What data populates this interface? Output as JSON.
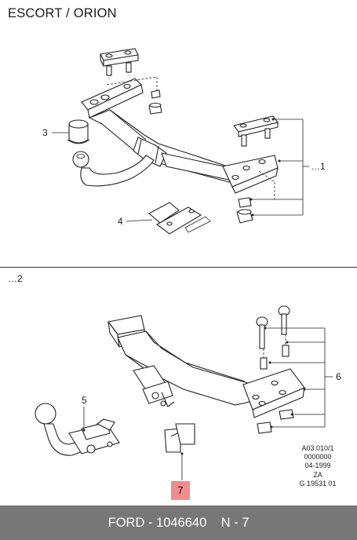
{
  "title": "ESCORT / ORION",
  "section2_label": "…2",
  "callouts": {
    "c1": "…1",
    "c3": "3",
    "c4": "4",
    "c5": "5",
    "c6": "6",
    "c7": "7"
  },
  "reference": {
    "line1": "A03.010/1",
    "line2": "0000000",
    "line3": "04-1999",
    "line4": "ZA",
    "line5": "G 19531 01"
  },
  "footer": {
    "brand_part": "FORD - 1046640",
    "position": "N - 7"
  },
  "highlight_color": "#f08c8c",
  "footer_color": "#777777"
}
